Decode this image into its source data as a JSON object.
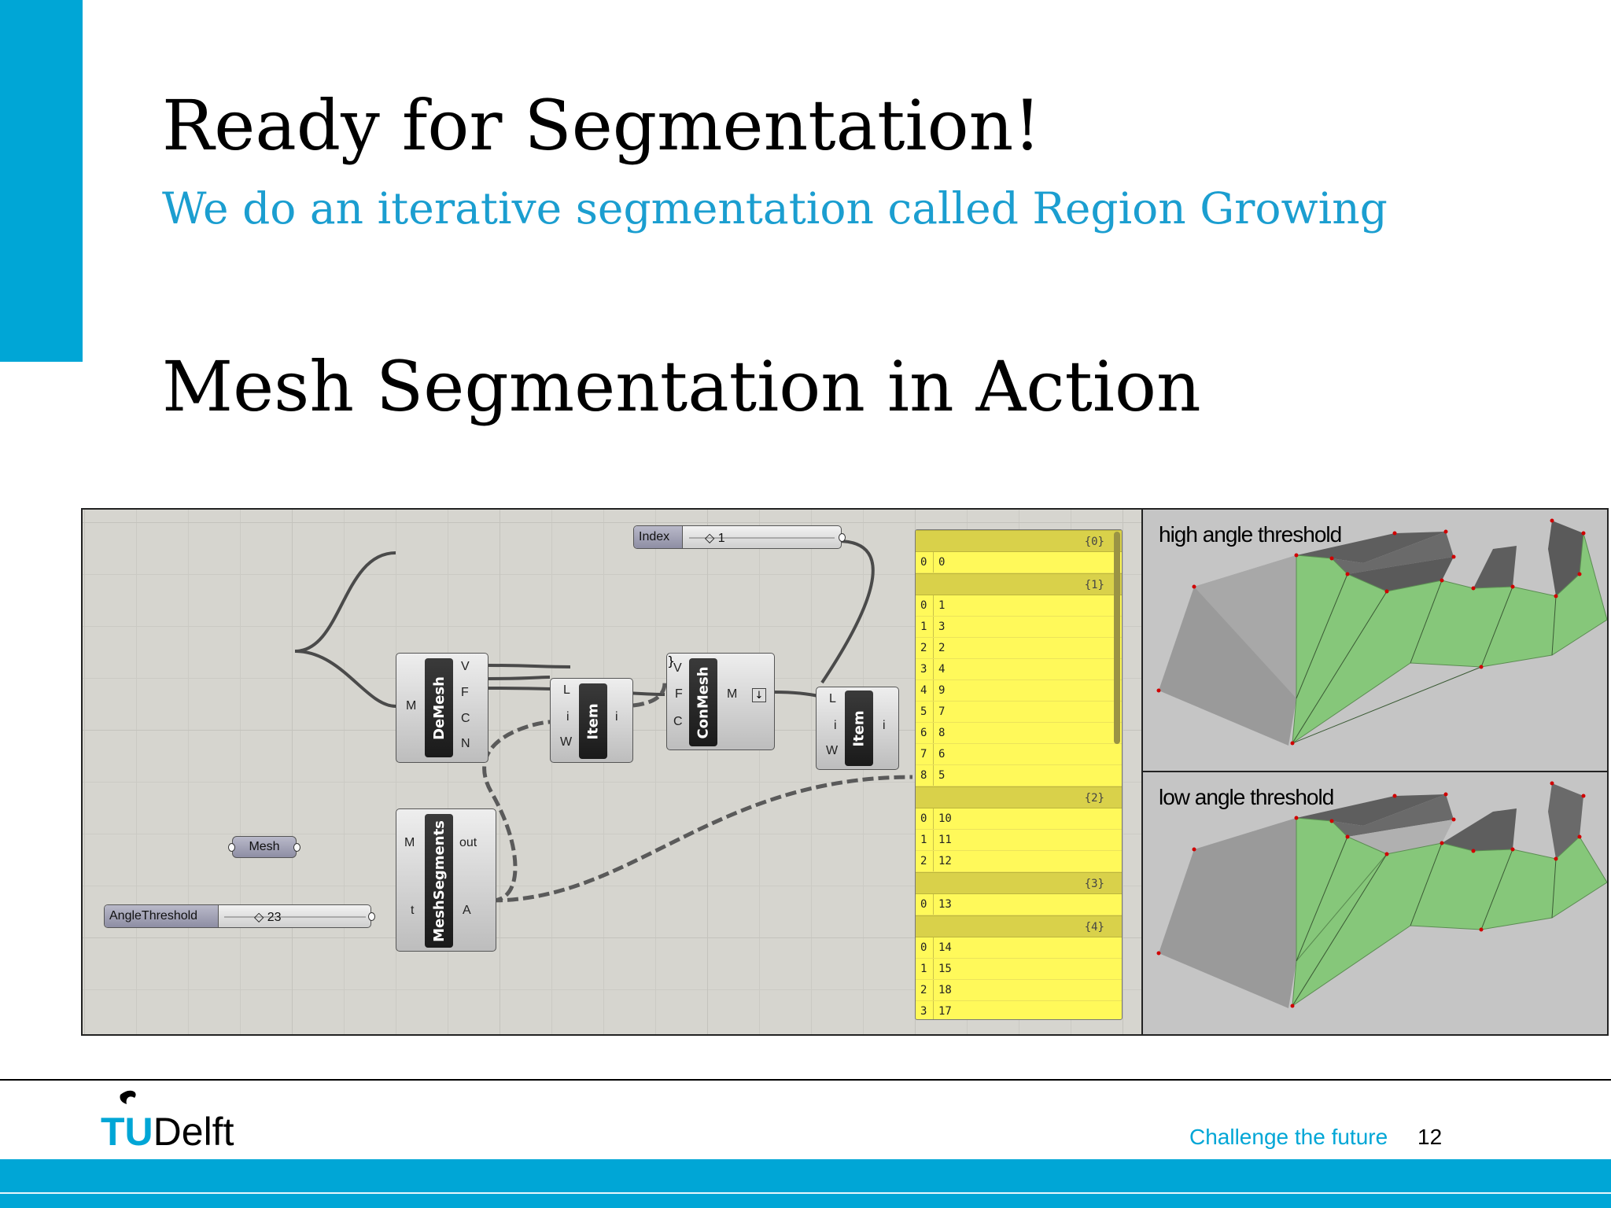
{
  "slide": {
    "title": "Ready for Segmentation!",
    "subtitle": "We do an iterative segmentation called Region Growing",
    "section_title": "Mesh Segmentation in Action",
    "page_number": "12"
  },
  "footer": {
    "logo_tu": "TU",
    "logo_delft": "Delft",
    "tagline": "Challenge the future"
  },
  "colors": {
    "accent": "#00a6d6",
    "panel": "#fff95a",
    "segment_green": "#86c77a",
    "mesh_gray": "#6a6a6a"
  },
  "grasshopper": {
    "index_slider": {
      "label": "Index",
      "value": "1"
    },
    "angle_slider": {
      "label": "AngleThreshold",
      "value": "23"
    },
    "mesh_param": {
      "label": "Mesh"
    },
    "demesh": {
      "name": "DeMesh",
      "inputs": [
        "M"
      ],
      "outputs": [
        "V",
        "F",
        "C",
        "N"
      ]
    },
    "item1": {
      "name": "Item",
      "inputs": [
        "L",
        "i",
        "W"
      ],
      "outputs": [
        "i"
      ]
    },
    "conmesh": {
      "name": "ConMesh",
      "inputs": [
        "V",
        "F",
        "C"
      ],
      "outputs": [
        "M"
      ]
    },
    "item2": {
      "name": "Item",
      "inputs": [
        "L",
        "i",
        "W"
      ],
      "outputs": [
        "i"
      ]
    },
    "meshsegments": {
      "name": "MeshSegments",
      "inputs": [
        "M",
        "t"
      ],
      "outputs": [
        "out",
        "A"
      ]
    }
  },
  "panel": {
    "groups": [
      {
        "path": "{0}",
        "rows": [
          {
            "i": "0",
            "v": "0"
          }
        ]
      },
      {
        "path": "{1}",
        "rows": [
          {
            "i": "0",
            "v": "1"
          },
          {
            "i": "1",
            "v": "3"
          },
          {
            "i": "2",
            "v": "2"
          },
          {
            "i": "3",
            "v": "4"
          },
          {
            "i": "4",
            "v": "9"
          },
          {
            "i": "5",
            "v": "7"
          },
          {
            "i": "6",
            "v": "8"
          },
          {
            "i": "7",
            "v": "6"
          },
          {
            "i": "8",
            "v": "5"
          }
        ]
      },
      {
        "path": "{2}",
        "rows": [
          {
            "i": "0",
            "v": "10"
          },
          {
            "i": "1",
            "v": "11"
          },
          {
            "i": "2",
            "v": "12"
          }
        ]
      },
      {
        "path": "{3}",
        "rows": [
          {
            "i": "0",
            "v": "13"
          }
        ]
      },
      {
        "path": "{4}",
        "rows": [
          {
            "i": "0",
            "v": "14"
          },
          {
            "i": "1",
            "v": "15"
          },
          {
            "i": "2",
            "v": "18"
          },
          {
            "i": "3",
            "v": "17"
          }
        ]
      }
    ]
  },
  "viewports": {
    "top_label": "high angle threshold",
    "bottom_label": "low angle threshold"
  }
}
